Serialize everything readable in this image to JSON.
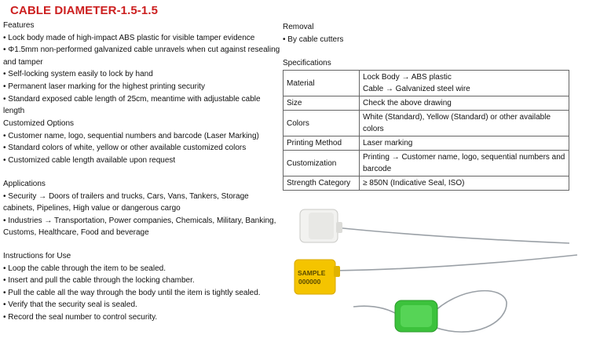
{
  "title": "CABLE DIAMETER-1.5-1.5",
  "features": {
    "heading": "Features",
    "items": [
      "• Lock body made of high-impact ABS plastic for visible tamper evidence",
      "• Φ1.5mm non-performed galvanized cable unravels when cut against resealing and tamper",
      "• Self-locking system easily to lock by hand",
      "• Permanent laser marking for the highest printing security",
      "• Standard exposed cable length of 25cm, meantime with adjustable cable length"
    ]
  },
  "customized": {
    "heading": "Customized Options",
    "items": [
      "• Customer name, logo, sequential numbers and barcode (Laser Marking)",
      "• Standard colors of white, yellow or other available customized colors",
      "• Customized cable length available upon request"
    ]
  },
  "applications": {
    "heading": "Applications",
    "items": [
      "• Security → Doors of trailers and trucks, Cars, Vans, Tankers, Storage cabinets, Pipelines, High value or dangerous cargo",
      "• Industries → Transportation, Power companies, Chemicals, Military, Banking, Customs, Healthcare, Food and beverage"
    ]
  },
  "instructions": {
    "heading": "Instructions for Use",
    "items": [
      "• Loop the cable through the item to be sealed.",
      "• Insert and pull the cable through the locking chamber.",
      "• Pull the cable all the way through the body until the item is tightly sealed.",
      "• Verify that the security seal is sealed.",
      "• Record the seal number to control security."
    ]
  },
  "removal": {
    "heading": "Removal",
    "items": [
      "• By cable cutters"
    ]
  },
  "specifications": {
    "heading": "Specifications",
    "rows": [
      {
        "key": "Material",
        "lines": [
          "Lock Body → ABS plastic",
          "Cable → Galvanized steel wire"
        ]
      },
      {
        "key": "Size",
        "lines": [
          "Check the above drawing"
        ]
      },
      {
        "key": "Colors",
        "lines": [
          "White (Standard), Yellow (Standard) or other available colors"
        ]
      },
      {
        "key": "Printing Method",
        "lines": [
          "Laser marking"
        ]
      },
      {
        "key": "Customization",
        "lines": [
          "Printing → Customer name, logo, sequential numbers and barcode"
        ]
      },
      {
        "key": "Strength Category",
        "lines": [
          "≥ 850N (Indicative Seal, ISO)"
        ]
      }
    ]
  },
  "sample_label": {
    "line1": "SAMPLE",
    "line2": "000000"
  },
  "colors": {
    "title": "#cc1f1f",
    "seal_white": "#f2f2f0",
    "seal_yellow": "#f4c400",
    "seal_green": "#3cc23c",
    "cable": "#9aa0a6"
  }
}
